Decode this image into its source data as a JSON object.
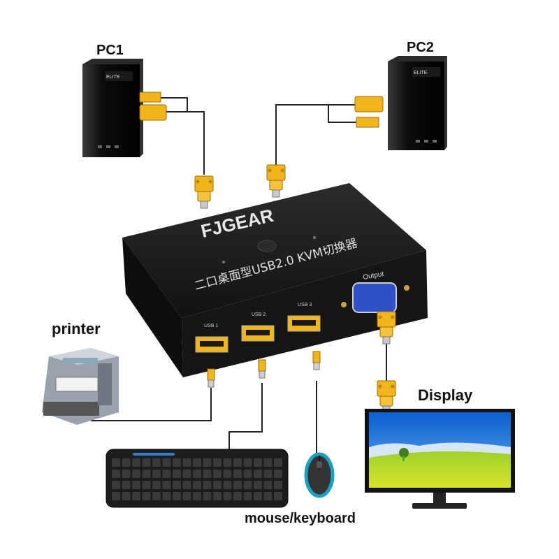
{
  "labels": {
    "pc1": "PC1",
    "pc2": "PC2",
    "printer": "printer",
    "display": "Display",
    "mouse_keyboard": "mouse/keyboard"
  },
  "kvm": {
    "brand": "FJGEAR",
    "model": "二口桌面型USB2.0 KVM切换器",
    "output_label": "Output",
    "usb_ports": [
      "USB 1",
      "USB 2",
      "USB 3"
    ]
  },
  "device_badges": {
    "pc_tower_text": "ELITE"
  },
  "colors": {
    "cable": "#222222",
    "connector": "#f2b51b",
    "kvm_body": "#151515",
    "vga_port": "#3050c8",
    "sky": "#1c74d8",
    "grass": "#8cbf2a"
  }
}
